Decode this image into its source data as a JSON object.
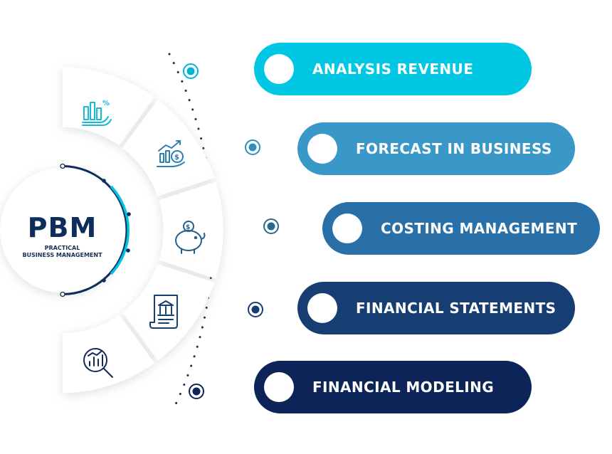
{
  "center": {
    "abbr": "PBM",
    "subtitle_line1": "PRACTICAL",
    "subtitle_line2": "BUSINESS MANAGEMENT"
  },
  "items": [
    {
      "label": "ANALYSIS REVENUE",
      "color": "#00c8e4",
      "icon": "chart-hand-icon"
    },
    {
      "label": "FORECAST IN BUSINESS",
      "color": "#3a98c8",
      "icon": "growth-money-icon"
    },
    {
      "label": "COSTING MANAGEMENT",
      "color": "#2a70a8",
      "icon": "piggy-bank-icon"
    },
    {
      "label": "FINANCIAL STATEMENTS",
      "color": "#163e72",
      "icon": "bank-document-icon"
    },
    {
      "label": "FINANCIAL MODELING",
      "color": "#0c2458",
      "icon": "magnifier-chart-icon"
    }
  ]
}
